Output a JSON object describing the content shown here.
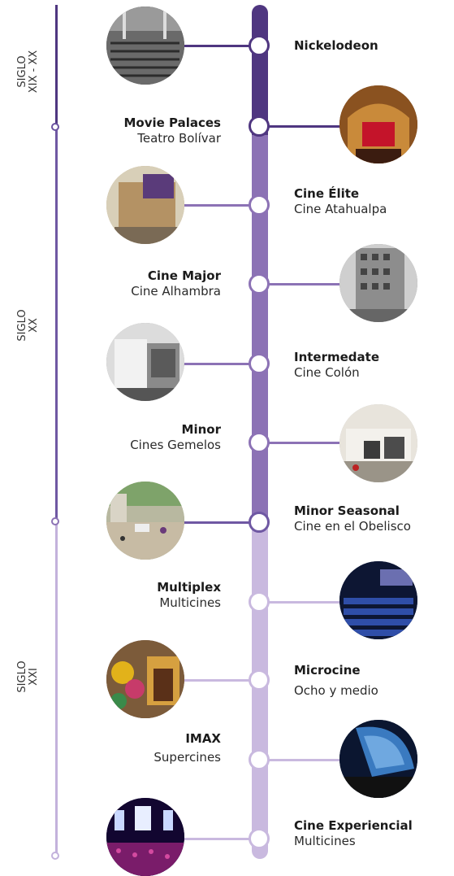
{
  "eras": [
    {
      "line1": "SIGLO",
      "line2": "XIX - XX"
    },
    {
      "line1": "SIGLO",
      "line2": "XX"
    },
    {
      "line1": "SIGLO",
      "line2": "XXI"
    }
  ],
  "events": [
    {
      "title": "Nickelodeon",
      "subtitle": "",
      "side": "right",
      "photo": "old-theater-interior"
    },
    {
      "title": "Movie Palaces",
      "subtitle": "Teatro Bolívar",
      "side": "left",
      "photo": "ornate-stage"
    },
    {
      "title": "Cine Élite",
      "subtitle": "Cine Atahualpa",
      "side": "right",
      "photo": "art-deco-facade"
    },
    {
      "title": "Cine Major",
      "subtitle": "Cine Alhambra",
      "side": "left",
      "photo": "city-building"
    },
    {
      "title": "Intermedate",
      "subtitle": "Cine Colón",
      "side": "right",
      "photo": "bw-cinema-building"
    },
    {
      "title": "Minor",
      "subtitle": "Cines Gemelos",
      "side": "left",
      "photo": "modern-cinema-facade"
    },
    {
      "title": "Minor Seasonal",
      "subtitle": "Cine en el Obelisco",
      "side": "right",
      "photo": "street-square"
    },
    {
      "title": "Multiplex",
      "subtitle": "Multicines",
      "side": "left",
      "photo": "multiplex-seats"
    },
    {
      "title": "Microcine",
      "subtitle": "Ocho y medio",
      "side": "right",
      "photo": "colorful-mural"
    },
    {
      "title": "IMAX",
      "subtitle": "Supercines",
      "side": "left",
      "photo": "imax-dome"
    },
    {
      "title": "Cine Experiencial",
      "subtitle": "Multicines",
      "side": "right",
      "photo": "concert-screen"
    }
  ],
  "colors": {
    "dark": "#4f3680",
    "medium": "#8c72b5",
    "light": "#c9b9df"
  }
}
